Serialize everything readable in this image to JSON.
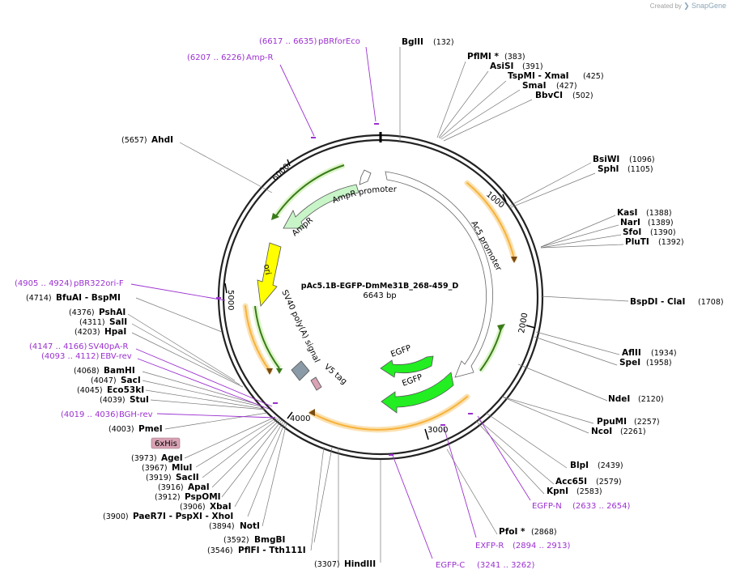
{
  "branding": {
    "created_by": "Created by",
    "product": "SnapGene"
  },
  "plasmid": {
    "name": "pAc5.1B-EGFP-DmMe31B_268-459_D",
    "size_label": "6643 bp"
  },
  "colors": {
    "primer": "#9b30d0",
    "backbone": "#222222",
    "egfp": "#22ee22",
    "ampr": "#c8f5c8",
    "ori": "#ffff00",
    "orf": "#f6b23c",
    "tag": "#d9a3b4",
    "polyA": "#8a9aa6"
  },
  "ticks": [
    "1000",
    "2000",
    "3000",
    "4000",
    "5000",
    "6000"
  ],
  "features": {
    "ampr_promoter": "AmpR promoter",
    "ampr": "AmpR",
    "ac5_promoter": "Ac5 promoter",
    "ori": "ori",
    "sv40": "SV40 poly(A) signal",
    "v5": "V5 tag",
    "egfp1": "EGFP",
    "egfp2": "EGFP",
    "his": "6xHis"
  },
  "sites_right": [
    {
      "name": "BglII",
      "pos": "(132)"
    },
    {
      "name": "PflMI *",
      "pos": "(383)"
    },
    {
      "name": "AsiSI",
      "pos": "(391)"
    },
    {
      "name": "TspMI  - XmaI",
      "pos": "(425)"
    },
    {
      "name": "SmaI",
      "pos": "(427)"
    },
    {
      "name": "BbvCI",
      "pos": "(502)"
    },
    {
      "name": "BsiWI",
      "pos": "(1096)"
    },
    {
      "name": "SphI",
      "pos": "(1105)"
    },
    {
      "name": "KasI",
      "pos": "(1388)"
    },
    {
      "name": "NarI",
      "pos": "(1389)"
    },
    {
      "name": "SfoI",
      "pos": "(1390)"
    },
    {
      "name": "PluTI",
      "pos": "(1392)"
    },
    {
      "name": "BspDI  - ClaI",
      "pos": "(1708)"
    },
    {
      "name": "AflII",
      "pos": "(1934)"
    },
    {
      "name": "SpeI",
      "pos": "(1958)"
    },
    {
      "name": "NdeI",
      "pos": "(2120)"
    },
    {
      "name": "PpuMI",
      "pos": "(2257)"
    },
    {
      "name": "NcoI",
      "pos": "(2261)"
    },
    {
      "name": "BlpI",
      "pos": "(2439)"
    },
    {
      "name": "Acc65I",
      "pos": "(2579)"
    },
    {
      "name": "KpnI",
      "pos": "(2583)"
    },
    {
      "name": "PfoI *",
      "pos": "(2868)"
    }
  ],
  "sites_bottom": [
    {
      "name": "HindIII",
      "pos": "(3307)"
    },
    {
      "name": "BmgBI",
      "pos": "(3592)"
    },
    {
      "name": "PflFI  - Tth111I",
      "pos": "(3546)"
    }
  ],
  "sites_left": [
    {
      "name": "AhdI",
      "pos": "(5657)"
    },
    {
      "name": "BfuAI  - BspMI",
      "pos": "(4714)"
    },
    {
      "name": "PshAI",
      "pos": "(4376)"
    },
    {
      "name": "SalI",
      "pos": "(4311)"
    },
    {
      "name": "HpaI",
      "pos": "(4203)"
    },
    {
      "name": "BamHI",
      "pos": "(4068)"
    },
    {
      "name": "SacI",
      "pos": "(4047)"
    },
    {
      "name": "Eco53kI",
      "pos": "(4045)"
    },
    {
      "name": "StuI",
      "pos": "(4039)"
    },
    {
      "name": "PmeI",
      "pos": "(4003)"
    },
    {
      "name": "AgeI",
      "pos": "(3973)"
    },
    {
      "name": "MluI",
      "pos": "(3967)"
    },
    {
      "name": "SacII",
      "pos": "(3919)"
    },
    {
      "name": "ApaI",
      "pos": "(3916)"
    },
    {
      "name": "PspOMI",
      "pos": "(3912)"
    },
    {
      "name": "XbaI",
      "pos": "(3906)"
    },
    {
      "name": "PaeR7I  - PspXI  - XhoI",
      "pos": "(3900)"
    },
    {
      "name": "NotI",
      "pos": "(3894)"
    }
  ],
  "primers": [
    {
      "name": "pBRforEco",
      "range": "(6617 .. 6635)"
    },
    {
      "name": "Amp-R",
      "range": "(6207 .. 6226)"
    },
    {
      "name": "pBR322ori-F",
      "range": "(4905 .. 4924)"
    },
    {
      "name": "SV40pA-R",
      "range": "(4147 .. 4166)"
    },
    {
      "name": "EBV-rev",
      "range": "(4093 .. 4112)"
    },
    {
      "name": "BGH-rev",
      "range": "(4019 .. 4036)"
    },
    {
      "name": "EGFP-N",
      "range": "(2633 .. 2654)"
    },
    {
      "name": "EXFP-R",
      "range": "(2894 .. 2913)"
    },
    {
      "name": "EGFP-C",
      "range": "(3241 .. 3262)"
    }
  ]
}
